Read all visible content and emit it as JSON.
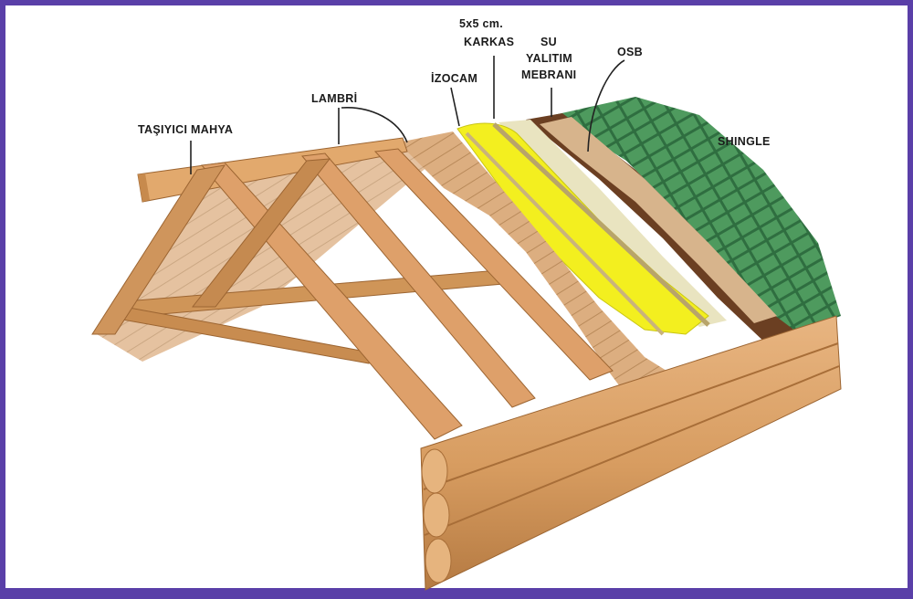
{
  "labels": {
    "tasiyici_mahya": "TAŞIYICI MAHYA",
    "lambri": "LAMBRİ",
    "izocam": "İZOCAM",
    "karkas_line1": "5x5 cm.",
    "karkas_line2": "KARKAS",
    "su_line1": "SU",
    "su_line2": "YALITIM",
    "su_line3": "MEBRANI",
    "osb": "OSB",
    "shingle": "SHINGLE"
  },
  "colors": {
    "frame": "#5a3fa8",
    "wood": "#d9a066",
    "wood_dark": "#b87f45",
    "insulation": "#f2ee1c",
    "shingle": "#3f8a52",
    "osb": "#7a4a2a"
  }
}
